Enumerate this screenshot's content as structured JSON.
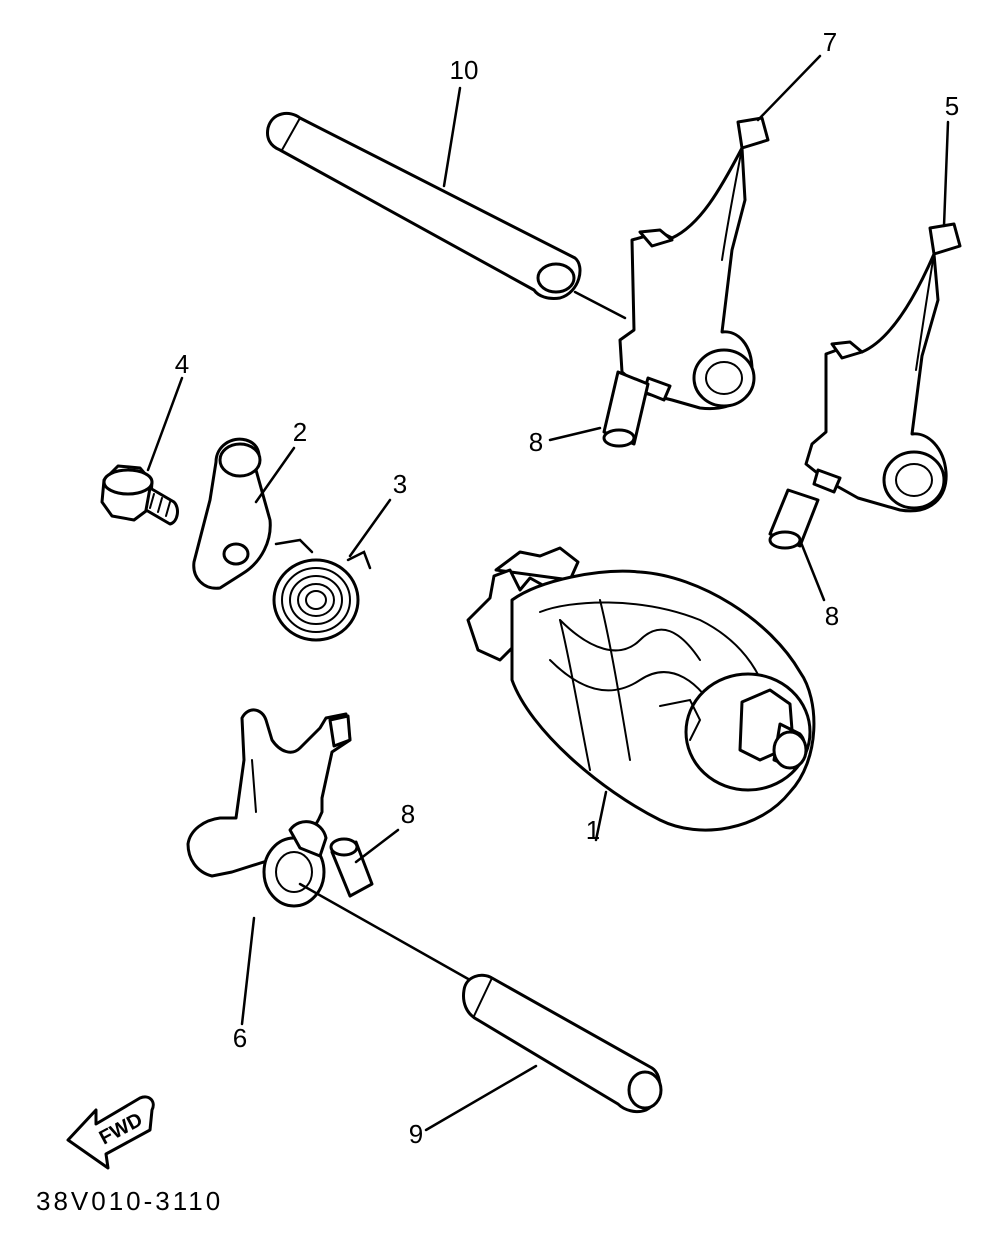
{
  "diagram": {
    "callouts": [
      {
        "id": "1",
        "label": "1"
      },
      {
        "id": "2",
        "label": "2"
      },
      {
        "id": "3",
        "label": "3"
      },
      {
        "id": "4",
        "label": "4"
      },
      {
        "id": "5",
        "label": "5"
      },
      {
        "id": "6",
        "label": "6"
      },
      {
        "id": "7",
        "label": "7"
      },
      {
        "id": "8a",
        "label": "8"
      },
      {
        "id": "8b",
        "label": "8"
      },
      {
        "id": "8c",
        "label": "8"
      },
      {
        "id": "9",
        "label": "9"
      },
      {
        "id": "10",
        "label": "10"
      }
    ],
    "direction_arrow": {
      "label": "FWD"
    },
    "diagram_code": "38V010-3110"
  }
}
